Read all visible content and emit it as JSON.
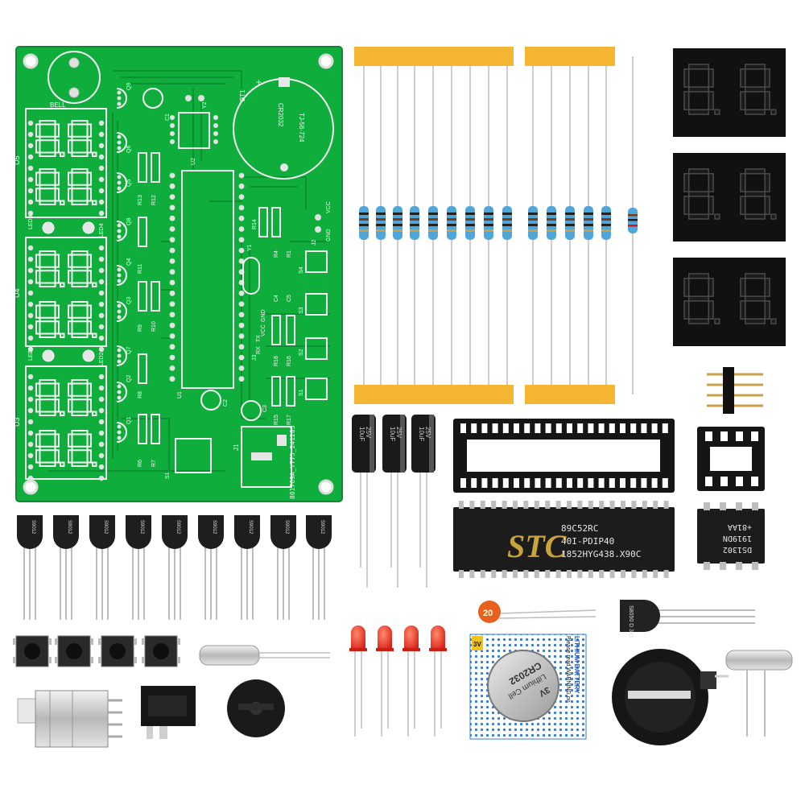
{
  "pcb": {
    "board_id": "801769A_Y775_241203",
    "labels": {
      "bell": "BELL",
      "u5": "U5",
      "u4": "U4",
      "u3": "U3",
      "led1": "LED1",
      "led2": "LED2",
      "led3": "LED3",
      "led4": "LED4",
      "u1": "U1",
      "u2": "U2",
      "y1": "Y1",
      "y2": "Y2",
      "bt1": "BT1",
      "battery_ref": "CR2032",
      "holder_ref": "TJ-56-724",
      "vcc": "VCC",
      "gnd": "GND",
      "j1": "J1",
      "j2": "J2",
      "j3": "J3",
      "s1": "S1",
      "s2": "S2",
      "s3": "S3",
      "s4": "S4",
      "s1b": "S1",
      "c1": "C1",
      "c2": "C2",
      "c3": "C3",
      "c4": "C4",
      "c5": "C5",
      "q1": "Q1",
      "q2": "Q2",
      "q3": "Q3",
      "q4": "Q4",
      "q5": "Q5",
      "q6": "Q6",
      "q7": "Q7",
      "q8": "Q8",
      "q9": "Q9",
      "r1": "R1",
      "r4": "R4",
      "r6": "R6",
      "r7": "R7",
      "r8": "R8",
      "r9": "R9",
      "r10": "R10",
      "r11": "R11",
      "r12": "R12",
      "r13": "R13",
      "r14": "R14",
      "r15": "R15",
      "r16": "R16",
      "r17": "R17",
      "r18": "R18",
      "rx": "RX",
      "tx": "TX",
      "vcc2": "VCC",
      "gnd2": "GND",
      "plus": "+"
    }
  },
  "components": {
    "mcu_chip": {
      "brand": "STC",
      "line1": "89C52RC",
      "line2": "40I-PDIP40",
      "line3": "1852HYG438.X90C"
    },
    "rtc_chip": {
      "line1": "DS1302",
      "line2": "1919DN",
      "line3": "+81AA"
    },
    "transistor_marking": "S9012",
    "single_transistor_marking": "S8050 D 331",
    "ceramic_cap_value": "20",
    "electrolytic_caps": {
      "line1": "10uF",
      "line2": "25V"
    },
    "coin_cell": {
      "voltage": "3V",
      "model": "CR2032",
      "cell_voltage": "3V",
      "type": "Lithium Cell",
      "banner": "LITHIUM BATTERY",
      "warning": "Please read WARNING on"
    }
  },
  "colors": {
    "pcb": "#0fae3c",
    "resistor_tape": "#f4b533",
    "led": "#e8321f",
    "display": "#111111"
  }
}
